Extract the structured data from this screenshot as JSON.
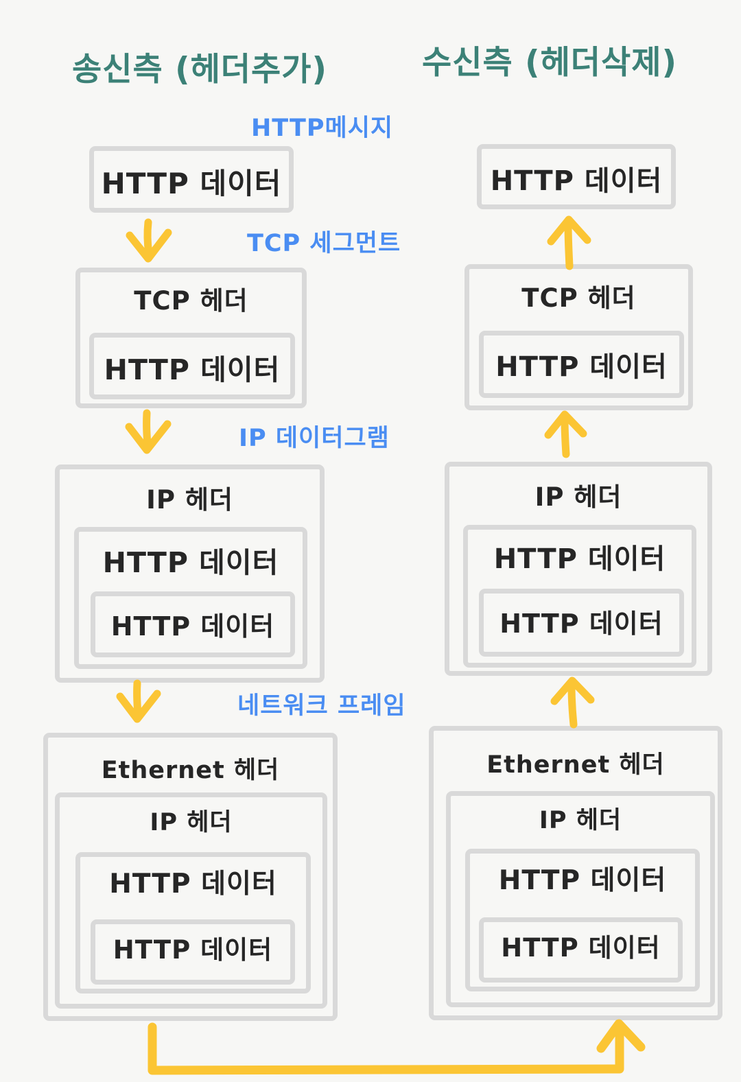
{
  "titles": {
    "sender": "송신측 (헤더추가)",
    "receiver": "수신측 (헤더삭제)"
  },
  "stage_labels": {
    "http_message": "HTTP메시지",
    "tcp_segment": "TCP 세그먼트",
    "ip_datagram": "IP 데이터그램",
    "network_frame": "네트워크 프레임"
  },
  "box_labels": {
    "http_data": "HTTP 데이터",
    "tcp_header": "TCP 헤더",
    "ip_header": "IP 헤더",
    "ethernet_header": "Ethernet 헤더"
  },
  "colors": {
    "title_teal": "#3c8177",
    "stage_blue": "#4a8df2",
    "arrow_yellow": "#fbc534",
    "box_border_gray": "#d9d9d9",
    "text_black": "#262626",
    "background": "#f7f7f5"
  }
}
